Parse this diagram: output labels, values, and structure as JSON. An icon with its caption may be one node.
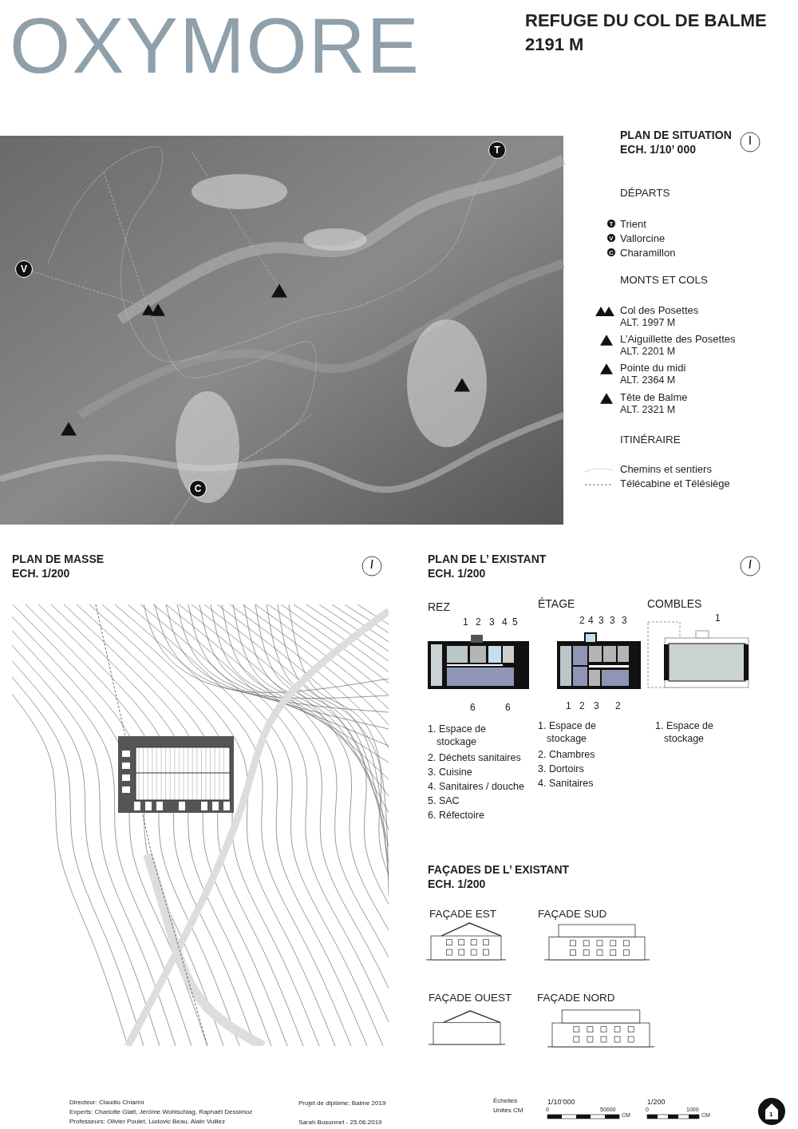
{
  "diagram": {
    "title": "OXYMORE",
    "nodes": [
      {
        "text": [
          "T"
        ]
      },
      {
        "text": [
          "V"
        ]
      },
      {
        "text": [
          "C"
        ]
      },
      {
        "text": [
          "T"
        ]
      },
      {
        "text": [
          "V"
        ]
      },
      {
        "text": [
          "C"
        ]
      }
    ],
    "labels": [
      "REFUGE DU COL DE BALME",
      "2191 M",
      "PLAN DE SITUATION",
      "ECH. 1/10’ 000",
      "DÉPARTS",
      "MONTS ET COLS",
      "ALT. 1997 M",
      "ALT. 2201 M",
      "ALT. 2364 M",
      "ALT. 2321 M",
      "ITINÉRAIRE",
      "PLAN DE MASSE",
      "ECH. 1/200",
      "PLAN DE L’ EXISTANT",
      "ECH. 1/200",
      "REZ",
      "1",
      "2",
      "3",
      "4",
      "5",
      "6",
      "6",
      "ÉTAGE",
      "2",
      "4",
      "3",
      "3",
      "3",
      "1",
      "2",
      "3",
      "2",
      "COMBLES",
      "1",
      "1. Espace de stockage",
      "2. Déchets sanitaires",
      "3. Cuisine",
      "4. Sanitaires / douche",
      "5. SAC",
      "6. Réfectoire",
      "1. Espace de stockage",
      "2. Chambres",
      "3. Dortoirs",
      "4. Sanitaires",
      "1. Espace de stockage",
      "FAÇADES DE L’ EXISTANT",
      "ECH. 1/200",
      "FAÇADE EST",
      "FAÇADE SUD",
      "FAÇADE OUEST",
      "FAÇADE NORD",
      "Directeur: Claudio Chiarini",
      "Experts: Charlotte Glatt, Jérôme Wohlschlag, Raphaël Dessimoz",
      "Professeurs: Olivier Poulet, Ludovic Beau, Alain Vulliez",
      "Projet de diplôme: Balme 2019",
      "Sarah Bosonnet - 25.06.2019",
      "Échelles",
      "Unités CM",
      "1/10’000",
      "0",
      "50000",
      "CM",
      "1/200",
      "0",
      "1000",
      "CM",
      "1"
    ],
    "legend": [
      {
        "text": "Trient"
      },
      {
        "text": "Vallorcine"
      },
      {
        "text": "Charamillon"
      },
      {
        "text": "Col des Posettes"
      },
      {
        "text": "L’Aiguillette des Posettes"
      },
      {
        "text": "Pointe du midi"
      },
      {
        "text": "Tête de Balme"
      },
      {
        "text": "Chemins et sentiers"
      },
      {
        "text": "Télécabine et Télésiège"
      }
    ]
  }
}
